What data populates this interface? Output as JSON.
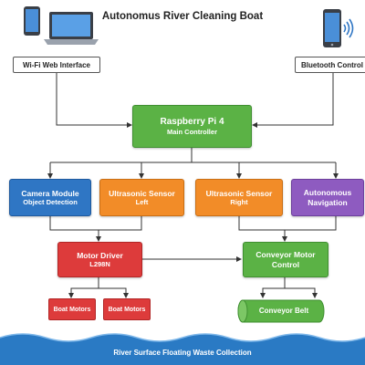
{
  "title": "Autonomus River Cleaning Boat",
  "interfaces": {
    "wifi_label": "Wi-Fi Web Interface",
    "bluetooth_label": "Bluetooth Control"
  },
  "controller": {
    "name": "Raspberry Pi 4",
    "role": "Main Controller"
  },
  "sensors": [
    {
      "name": "Camera Module",
      "detail": "Object Detection"
    },
    {
      "name": "Ultrasonic Sensor",
      "detail": "Left"
    },
    {
      "name": "Ultrasonic Sensor",
      "detail": "Right"
    },
    {
      "name": "Autonomous",
      "detail": "Navigation"
    }
  ],
  "motor_driver": {
    "name": "Motor Driver",
    "model": "L298N"
  },
  "conveyor_motor": {
    "name": "Conveyor Motor",
    "detail": "Control"
  },
  "boat_motors": [
    "Boat Motors",
    "Boat Motors"
  ],
  "conveyor_belt": "Conveyor Belt",
  "collection": "River Surface Floating Waste Collection",
  "icons": {
    "laptop_phone": "laptop-phone-icon",
    "phone_wireless": "phone-wireless-icon"
  },
  "colors": {
    "controller": "#5bb245",
    "camera": "#2f76c4",
    "ultrasonic": "#f28c28",
    "navigation": "#8e5bc0",
    "motor": "#dd3b3b",
    "conveyor": "#5bb245",
    "water": "#2a7ac4"
  }
}
